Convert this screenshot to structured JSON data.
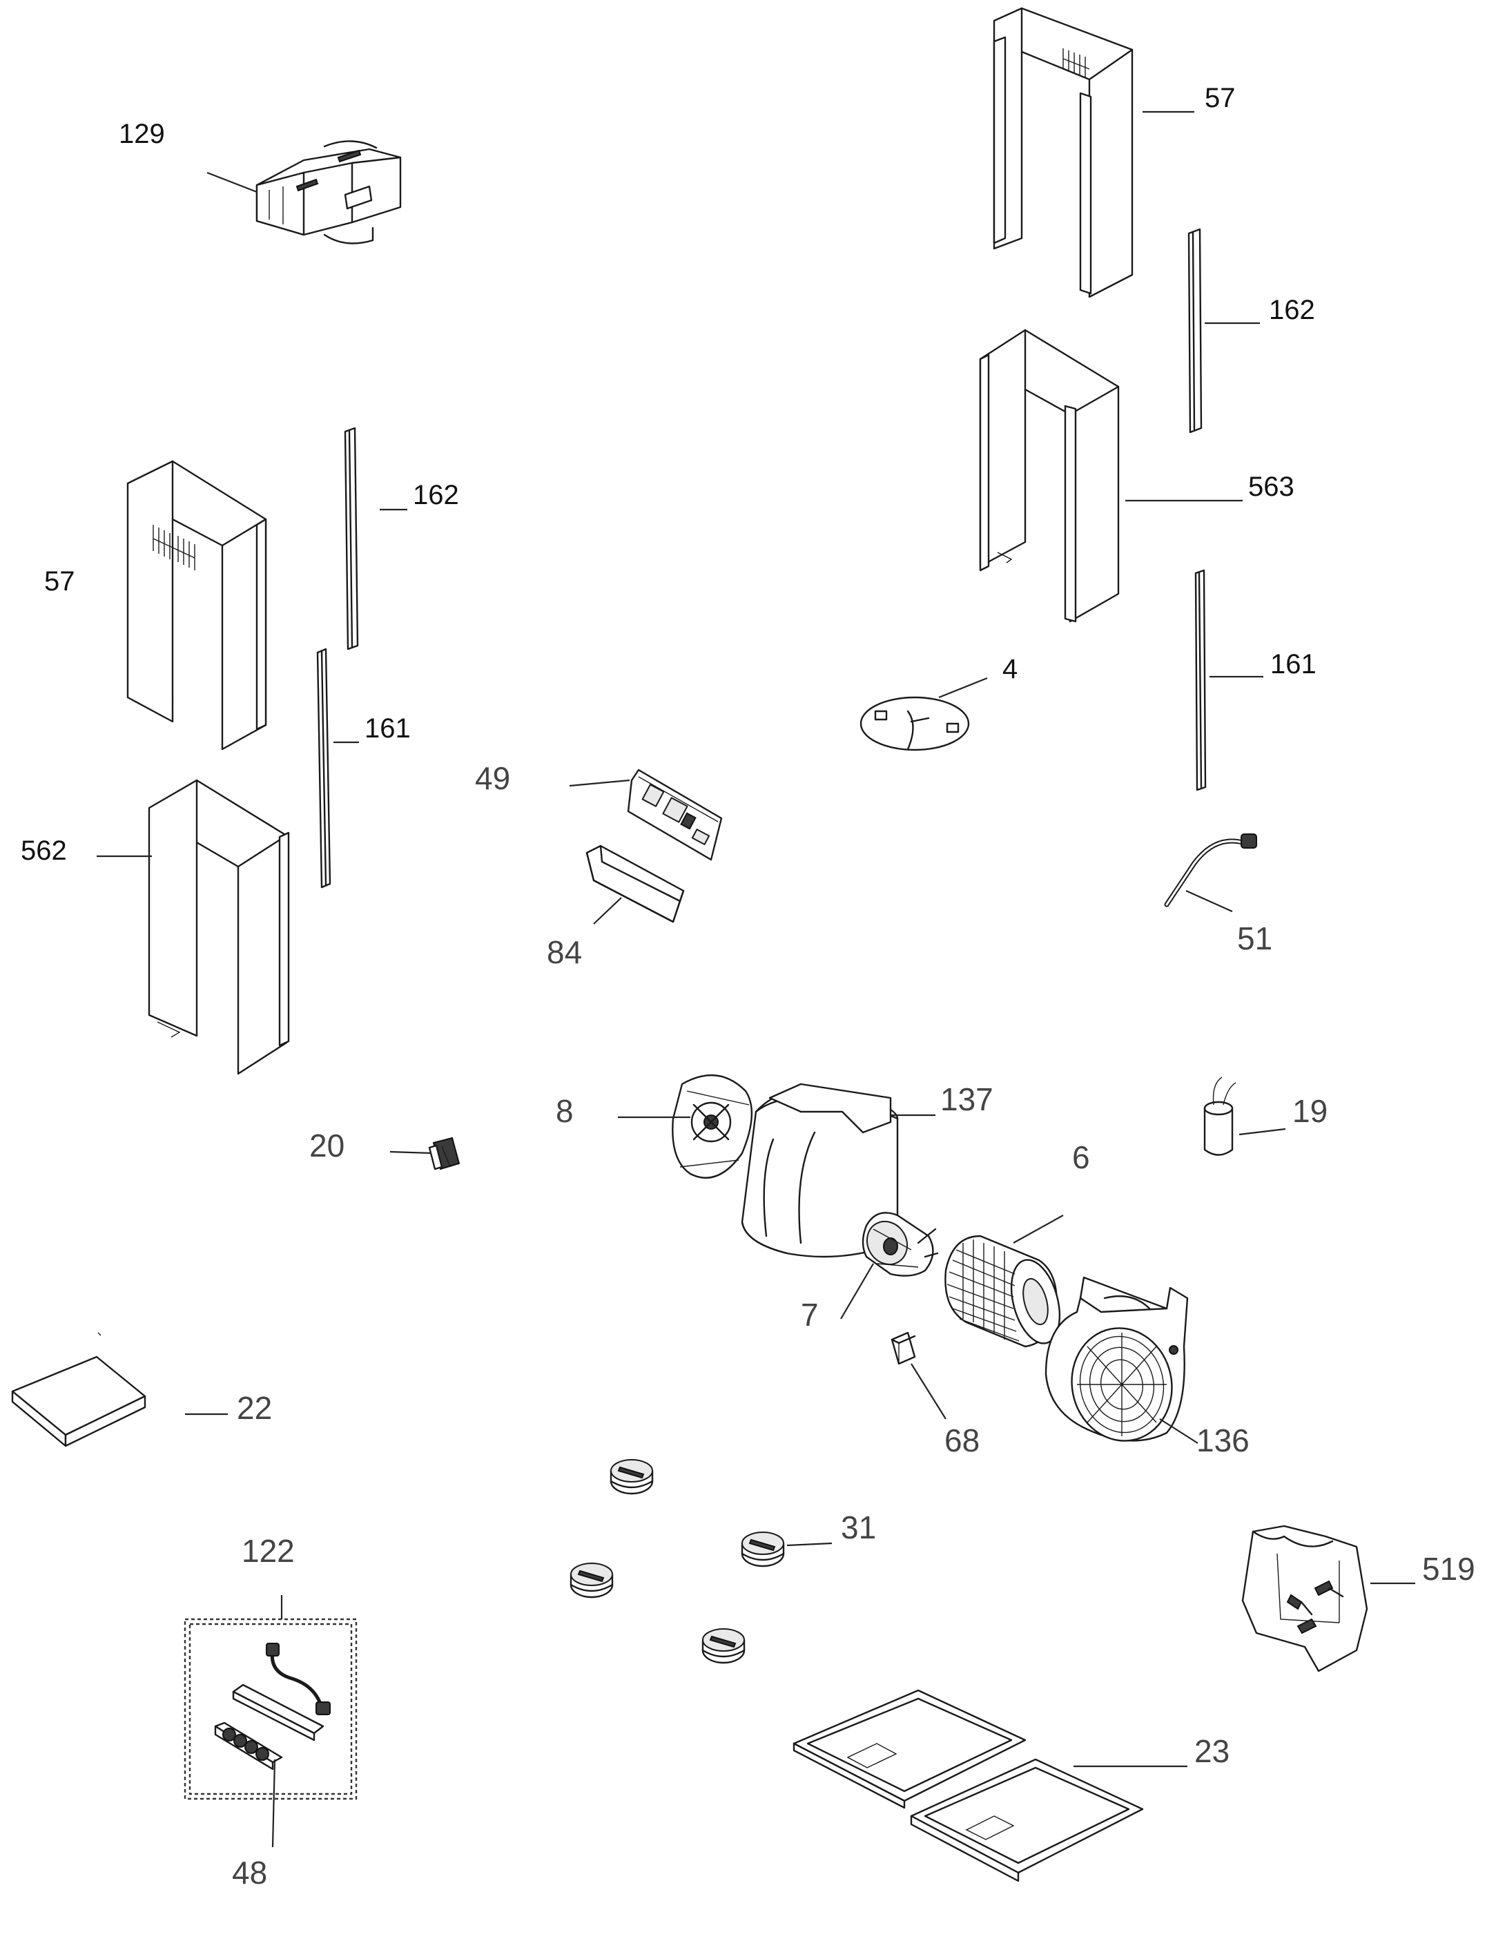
{
  "parts": {
    "p129": "129",
    "p57_top": "57",
    "p57_left": "57",
    "p162_top": "162",
    "p162_left": "162",
    "p563": "563",
    "p161_right": "161",
    "p161_left": "161",
    "p4": "4",
    "p49": "49",
    "p84": "84",
    "p51": "51",
    "p562": "562",
    "p8": "8",
    "p137": "137",
    "p19": "19",
    "p20": "20",
    "p6": "6",
    "p7": "7",
    "p68": "68",
    "p136": "136",
    "p22": "22",
    "p31": "31",
    "p122": "122",
    "p519": "519",
    "p23": "23",
    "p48": "48"
  }
}
